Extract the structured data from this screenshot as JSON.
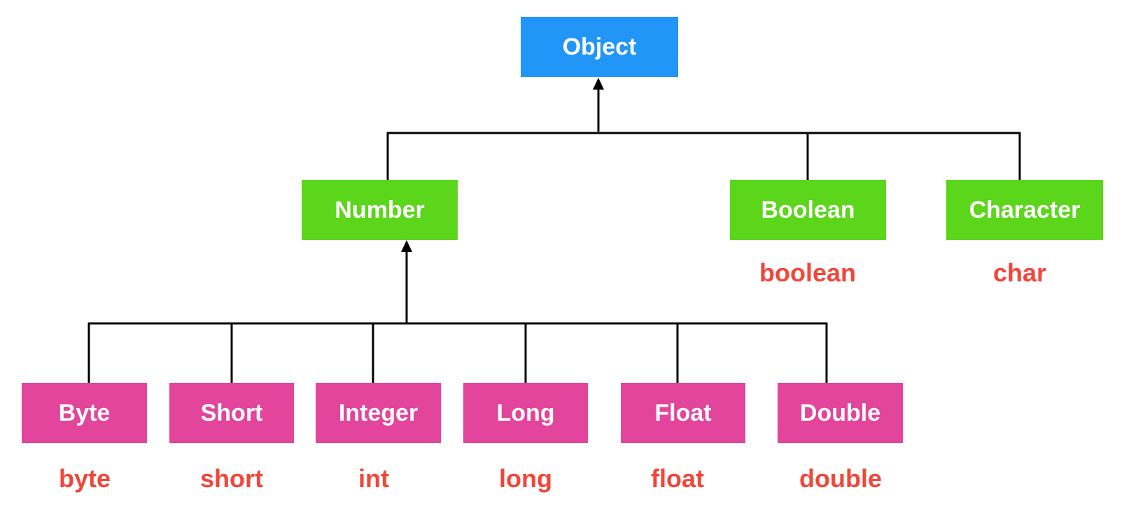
{
  "colors": {
    "root": "#2196f8",
    "wrapper_mid": "#5bd61b",
    "wrapper_leaf": "#e3449c",
    "primitive": "#f2463a",
    "line": "#000000"
  },
  "root": {
    "label": "Object"
  },
  "mid": [
    {
      "label": "Number",
      "primitive": ""
    },
    {
      "label": "Boolean",
      "primitive": "boolean"
    },
    {
      "label": "Character",
      "primitive": "char"
    }
  ],
  "leaves": [
    {
      "label": "Byte",
      "primitive": "byte"
    },
    {
      "label": "Short",
      "primitive": "short"
    },
    {
      "label": "Integer",
      "primitive": "int"
    },
    {
      "label": "Long",
      "primitive": "long"
    },
    {
      "label": "Float",
      "primitive": "float"
    },
    {
      "label": "Double",
      "primitive": "double"
    }
  ]
}
